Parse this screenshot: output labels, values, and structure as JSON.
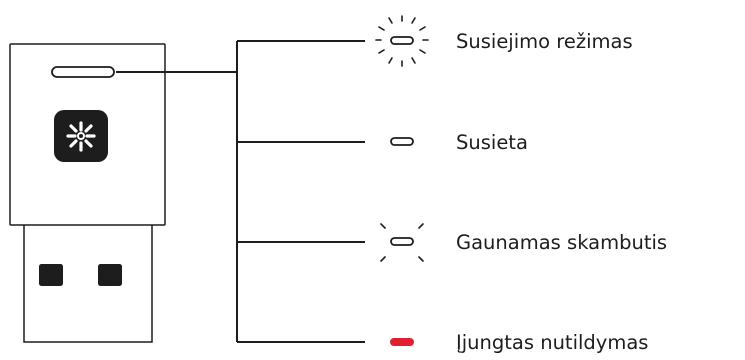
{
  "states": [
    {
      "label": "Susiejimo režimas",
      "indicator": "led-blinking-fast-icon"
    },
    {
      "label": "Susieta",
      "indicator": "led-steady-icon"
    },
    {
      "label": "Gaunamas skambutis",
      "indicator": "led-blinking-slow-icon"
    },
    {
      "label": "Įjungtas nutildymas",
      "indicator": "led-red-steady-icon"
    }
  ],
  "colors": {
    "stroke": "#1d1d1d",
    "mute_led": "#e0202e",
    "background": "#ffffff"
  }
}
